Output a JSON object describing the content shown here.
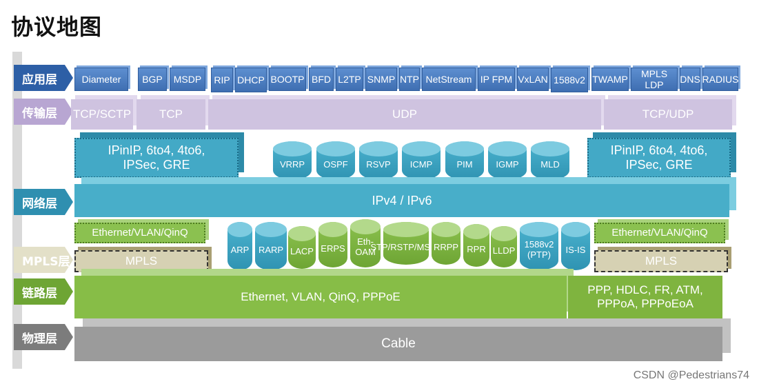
{
  "title": "协议地图",
  "footer": "CSDN @Pedestrians74",
  "layers": {
    "app": "应用层",
    "transport": "传输层",
    "network": "网络层",
    "mpls": "MPLS层",
    "link": "链路层",
    "physical": "物理层"
  },
  "app_protocols": [
    "Diameter",
    "BGP",
    "MSDP",
    "RIP",
    "DHCP",
    "BOOTP",
    "BFD",
    "L2TP",
    "SNMP",
    "NTP",
    "NetStream",
    "IP FPM",
    "VxLAN",
    "1588v2",
    "TWAMP",
    "MPLS LDP",
    "DNS",
    "RADIUS"
  ],
  "transport": [
    "TCP/SCTP",
    "TCP",
    "UDP",
    "TCP/UDP"
  ],
  "network": {
    "left_tunnel": "IPinIP, 6to4, 4to6, IPSec, GRE",
    "right_tunnel": "IPinIP, 6to4, 4to6, IPSec, GRE",
    "cylinders": [
      "VRRP",
      "OSPF",
      "RSVP",
      "ICMP",
      "PIM",
      "IGMP",
      "MLD"
    ],
    "main": "IPv4 / IPv6"
  },
  "mid": {
    "left_eth": "Ethernet/VLAN/QinQ",
    "right_eth": "Ethernet/VLAN/QinQ",
    "left_mpls": "MPLS",
    "right_mpls": "MPLS",
    "cylinders": [
      "ARP",
      "RARP",
      "LACP",
      "ERPS",
      "Eth-OAM",
      "STP/RSTP/MSTP",
      "RRPP",
      "RPR",
      "LLDP",
      "1588v2 (PTP)",
      "IS-IS"
    ]
  },
  "link": {
    "main": "Ethernet, VLAN, QinQ, PPPoE",
    "side": "PPP, HDLC, FR, ATM, PPPoA, PPPoEoA"
  },
  "physical": "Cable",
  "colors": {
    "app": "#4a7fc4",
    "transport": "#cfc3e0",
    "network": "#48aec9",
    "link": "#87bd47",
    "mpls": "#d6d1b3",
    "physical": "#9b9b9b"
  }
}
